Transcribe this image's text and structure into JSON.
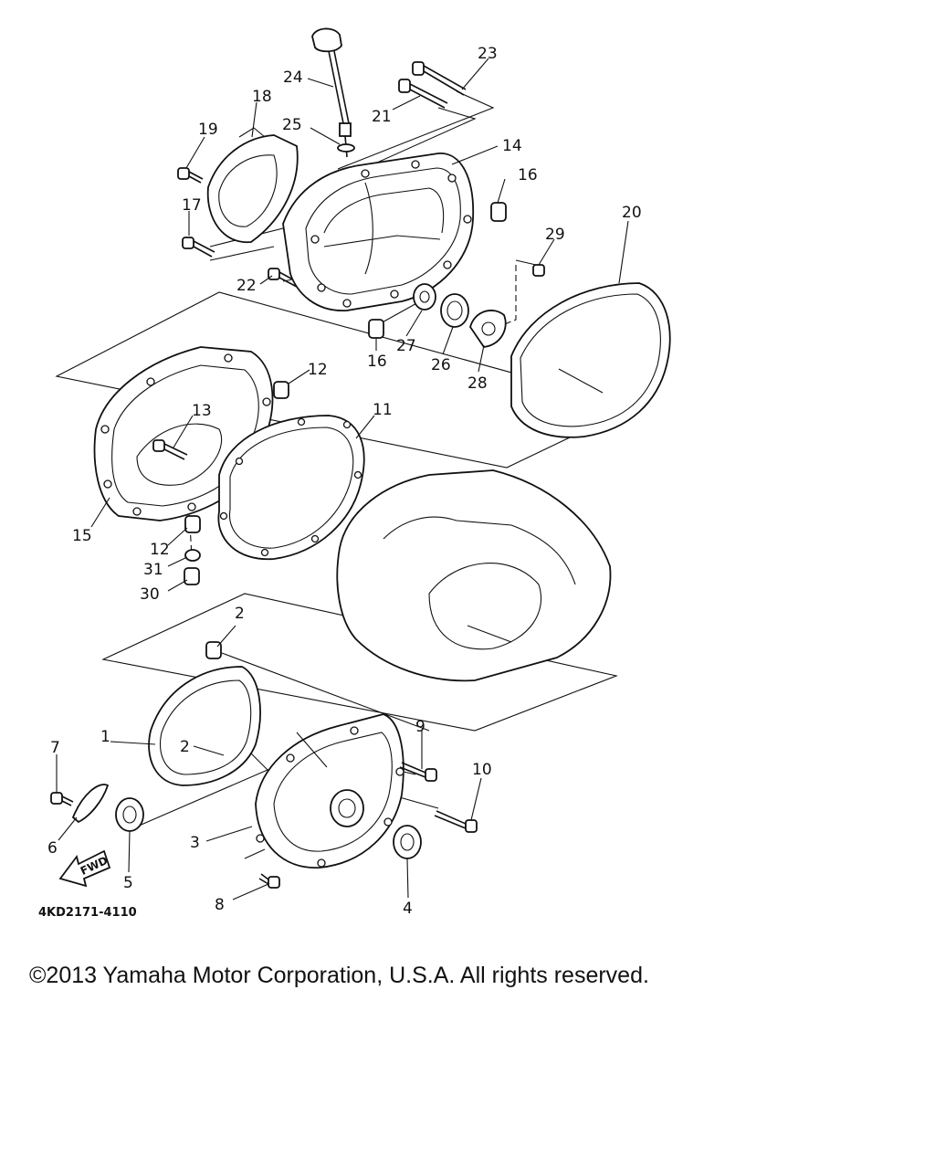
{
  "diagram": {
    "callouts": [
      "1",
      "2",
      "2",
      "3",
      "4",
      "5",
      "6",
      "7",
      "8",
      "9",
      "10",
      "11",
      "12",
      "12",
      "13",
      "14",
      "15",
      "16",
      "16",
      "17",
      "18",
      "19",
      "20",
      "21",
      "22",
      "23",
      "24",
      "25",
      "26",
      "27",
      "28",
      "29",
      "30",
      "31"
    ],
    "fwd_label": "FWD",
    "drawing_code": "4KD2171-4110"
  },
  "footer": {
    "copyright": "©2013 Yamaha Motor Corporation, U.S.A. All rights reserved."
  }
}
